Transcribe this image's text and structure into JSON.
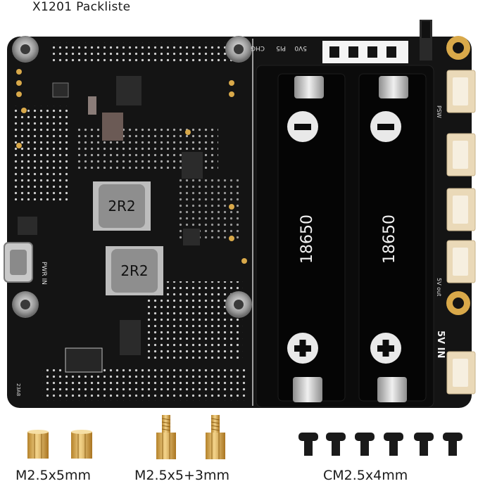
{
  "title": "X1201 Packliste",
  "board": {
    "battery_label": "18650",
    "inductor_label": "2R2",
    "silkscreen": {
      "pwr_in": "PWR IN",
      "leds": [
        "CHG",
        "PI5",
        "5V0"
      ],
      "five_v_in": "5V IN",
      "psw": "PSW",
      "out": "5V out",
      "board_code": "23A8"
    }
  },
  "accessories": [
    {
      "label": "M2.5x5mm",
      "icon": "brass-standoff-icon",
      "count": 2
    },
    {
      "label": "M2.5x5+3mm",
      "icon": "brass-threaded-standoff-icon",
      "count": 2
    },
    {
      "label": "CM2.5x4mm",
      "icon": "black-screw-icon",
      "count": 6
    }
  ],
  "colors": {
    "board": "#141414",
    "brass": "#d9a94a",
    "holder": "#0b0b0b",
    "connector": "#ead9b8"
  }
}
